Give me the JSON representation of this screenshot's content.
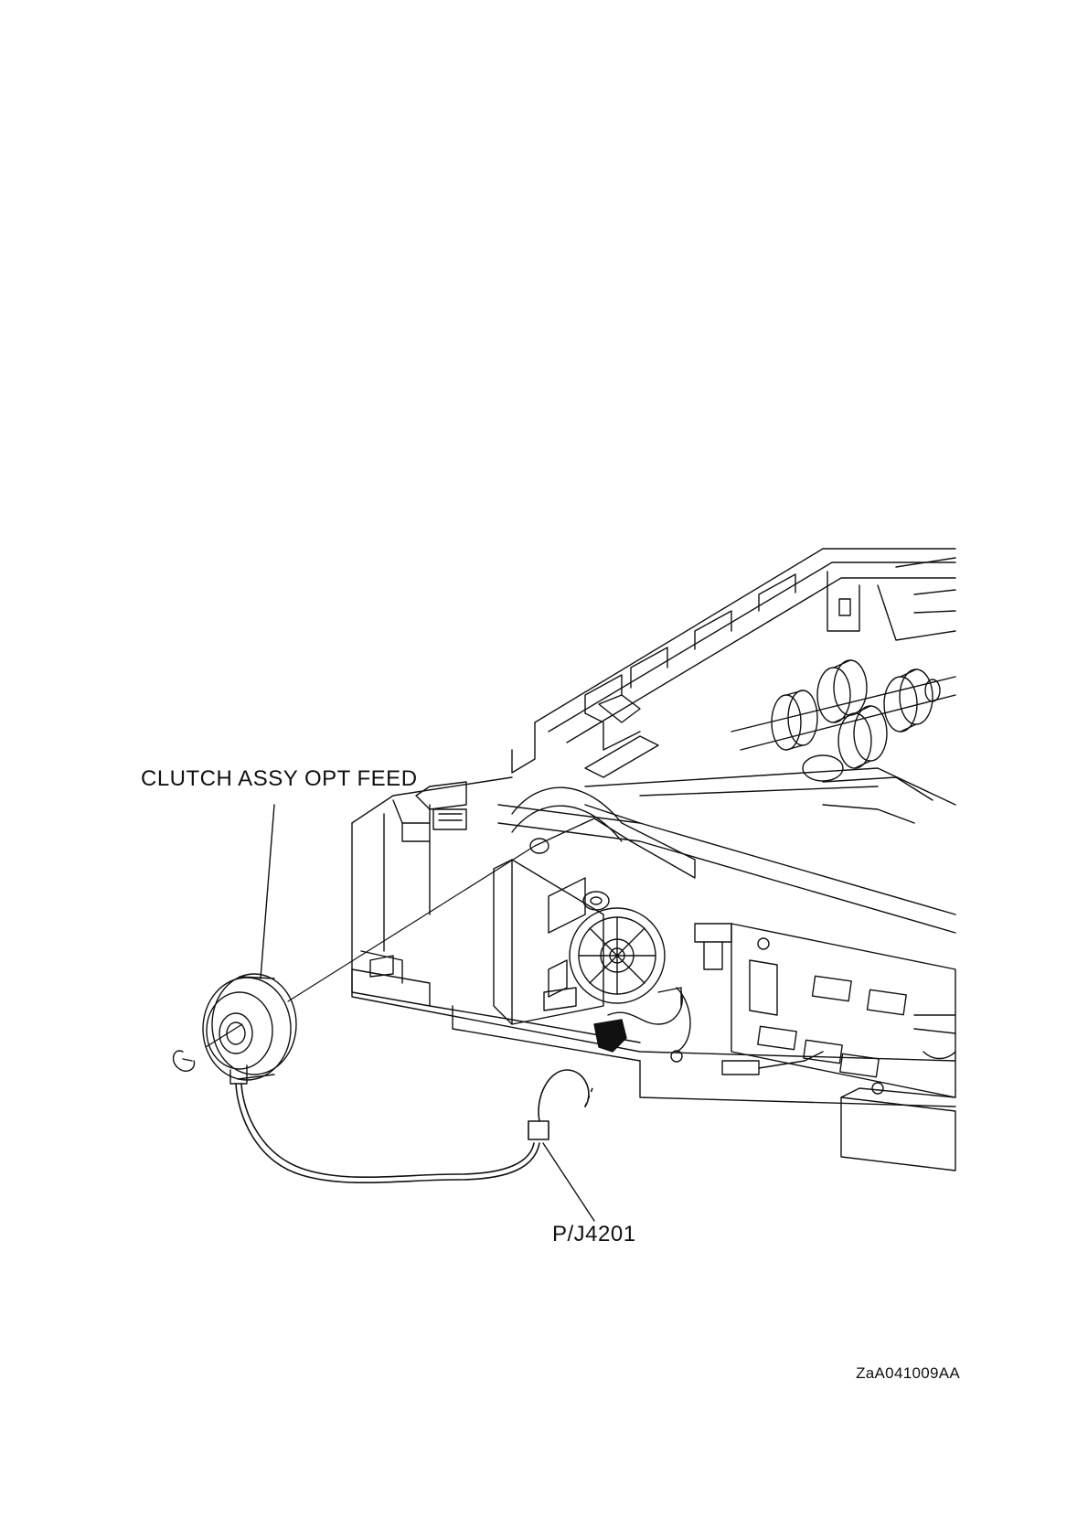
{
  "labels": {
    "clutch": "CLUTCH ASSY OPT FEED",
    "connector": "P/J4201"
  },
  "figure_id": "ZaA041009AA",
  "colors": {
    "line": "#111111",
    "paper": "#ffffff"
  }
}
